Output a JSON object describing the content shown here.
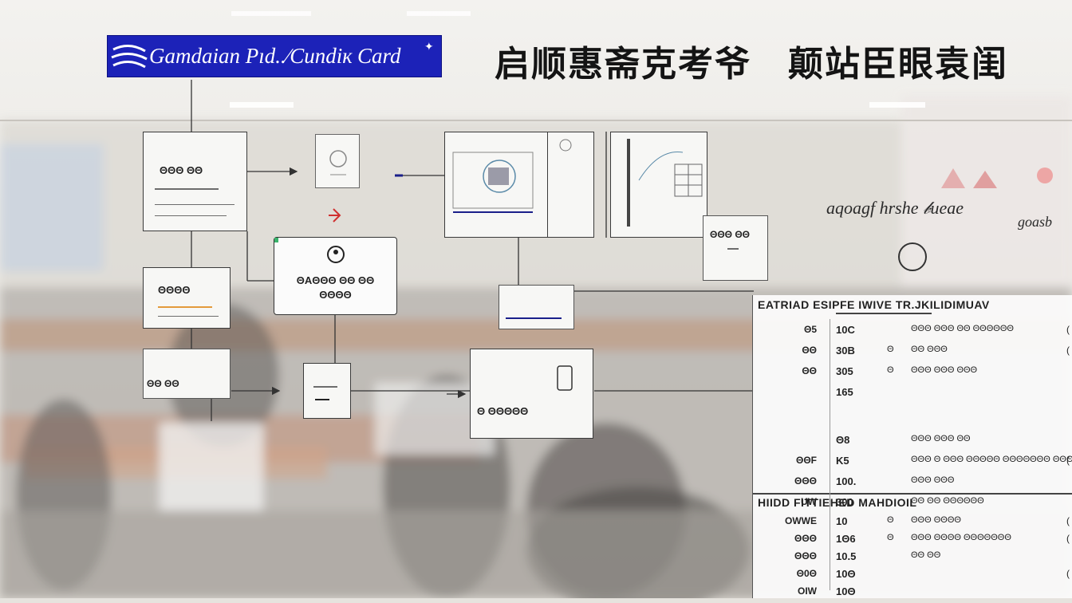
{
  "header": {
    "brand_text": "Gamdaian Pıd..∕Cundiĸ Card",
    "title_cn": "启顺惠斋克考爷　颠站臣眼袁闺"
  },
  "flow": {
    "box_a_label": "ΘΘΘ ΘΘ",
    "box_b_label": "ΘΘΘΘ",
    "box_c_label": "ΘΘ ΘΘ",
    "center_line1": "ΘAΘΘΘ ΘΘ ΘΘ",
    "center_line2": "ΘΘΘΘ",
    "box_d_label": "Θ ΘΘΘΘΘ",
    "side_box_label": "ΘΘΘ ΘΘ"
  },
  "script_texts": {
    "right": "aqoagf  hrshe  𝒷ueae",
    "far": "goasb"
  },
  "table": {
    "header1": "EATRIAD  ESIPFE  IWIVE  TR.JKILIDIMUAV",
    "header2": "HIIDD  FITTIEHED     MAHDIOIL",
    "rows1": [
      {
        "c1": "Θ5",
        "c2": "10C",
        "c3": "",
        "c4": "ΘΘΘ ΘΘΘ ΘΘ ΘΘΘΘΘΘ",
        "c5": "("
      },
      {
        "c1": "ΘΘ",
        "c2": "30B",
        "c3": "Θ",
        "c4": "ΘΘ ΘΘΘ",
        "c5": "("
      },
      {
        "c1": "ΘΘ",
        "c2": "305",
        "c3": "Θ",
        "c4": "ΘΘΘ ΘΘΘ ΘΘΘ",
        "c5": ""
      },
      {
        "c1": "",
        "c2": "165",
        "c3": "",
        "c4": "",
        "c5": ""
      },
      {
        "c1": "",
        "c2": "Θ8",
        "c3": "",
        "c4": "ΘΘΘ ΘΘΘ ΘΘ",
        "c5": ""
      },
      {
        "c1": "ΘΘF",
        "c2": "K5",
        "c3": "",
        "c4": "ΘΘΘ Θ ΘΘΘ ΘΘΘΘΘ ΘΘΘΘΘΘΘ ΘΘΘΘ",
        "c5": "("
      },
      {
        "c1": "ΘΘΘ",
        "c2": "100.",
        "c3": "",
        "c4": "ΘΘΘ ΘΘΘ",
        "c5": ""
      },
      {
        "c1": "UW",
        "c2": "300",
        "c3": "",
        "c4": "ΘΘ ΘΘ ΘΘΘΘΘΘ",
        "c5": ""
      }
    ],
    "rows2": [
      {
        "c1": "OWWE",
        "c2": "10",
        "c3": "Θ",
        "c4": "ΘΘΘ ΘΘΘΘ",
        "c5": "("
      },
      {
        "c1": "ΘΘΘ",
        "c2": "1Θ6",
        "c3": "Θ",
        "c4": "ΘΘΘ ΘΘΘΘ ΘΘΘΘΘΘΘ",
        "c5": "("
      },
      {
        "c1": "ΘΘΘ",
        "c2": "10.5",
        "c3": "",
        "c4": "ΘΘ ΘΘ",
        "c5": ""
      },
      {
        "c1": "Θ0Θ",
        "c2": "10Θ",
        "c3": "",
        "c4": "",
        "c5": "("
      },
      {
        "c1": "OIW",
        "c2": "10Θ",
        "c3": "",
        "c4": "",
        "c5": ""
      }
    ]
  },
  "colors": {
    "banner_blue": "#1c22b8",
    "accent_red": "#d03030",
    "accent_navy": "#1a1f8a"
  }
}
